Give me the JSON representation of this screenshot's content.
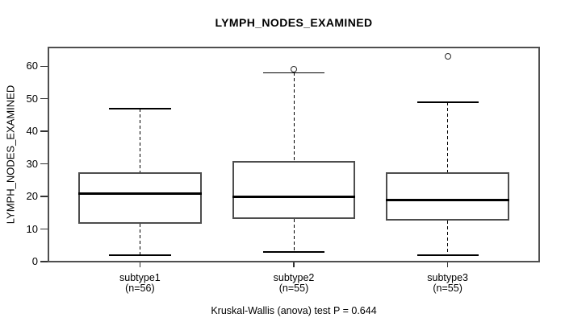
{
  "chart_data": {
    "type": "boxplot",
    "title": "LYMPH_NODES_EXAMINED",
    "ylabel": "LYMPH_NODES_EXAMINED",
    "caption": "Kruskal-Wallis (anova) test P = 0.644",
    "ylim": [
      -0.25,
      66
    ],
    "yticks": [
      0,
      10,
      20,
      30,
      40,
      50,
      60
    ],
    "grid": false,
    "legend": "none",
    "groups": [
      {
        "label": "subtype1",
        "sublabel": "(n=56)",
        "n": 56,
        "whisker_low": 2,
        "q1": 11.5,
        "median": 21,
        "q3": 27.5,
        "whisker_high": 47,
        "outliers": []
      },
      {
        "label": "subtype2",
        "sublabel": "(n=55)",
        "n": 55,
        "whisker_low": 3,
        "q1": 13,
        "median": 20,
        "q3": 31,
        "whisker_high": 58,
        "outliers": [
          59
        ]
      },
      {
        "label": "subtype3",
        "sublabel": "(n=55)",
        "n": 55,
        "whisker_low": 2,
        "q1": 12.5,
        "median": 19,
        "q3": 27.5,
        "whisker_high": 49,
        "outliers": [
          63
        ]
      }
    ],
    "colors": {
      "background": "#ffffff",
      "frame": "#4f4f4f",
      "box_border": "#4d4d4d",
      "median": "#000000",
      "whisker": "#000000",
      "outlier": "#2a2a2a",
      "tick": "#333333",
      "text": "#000000"
    }
  }
}
